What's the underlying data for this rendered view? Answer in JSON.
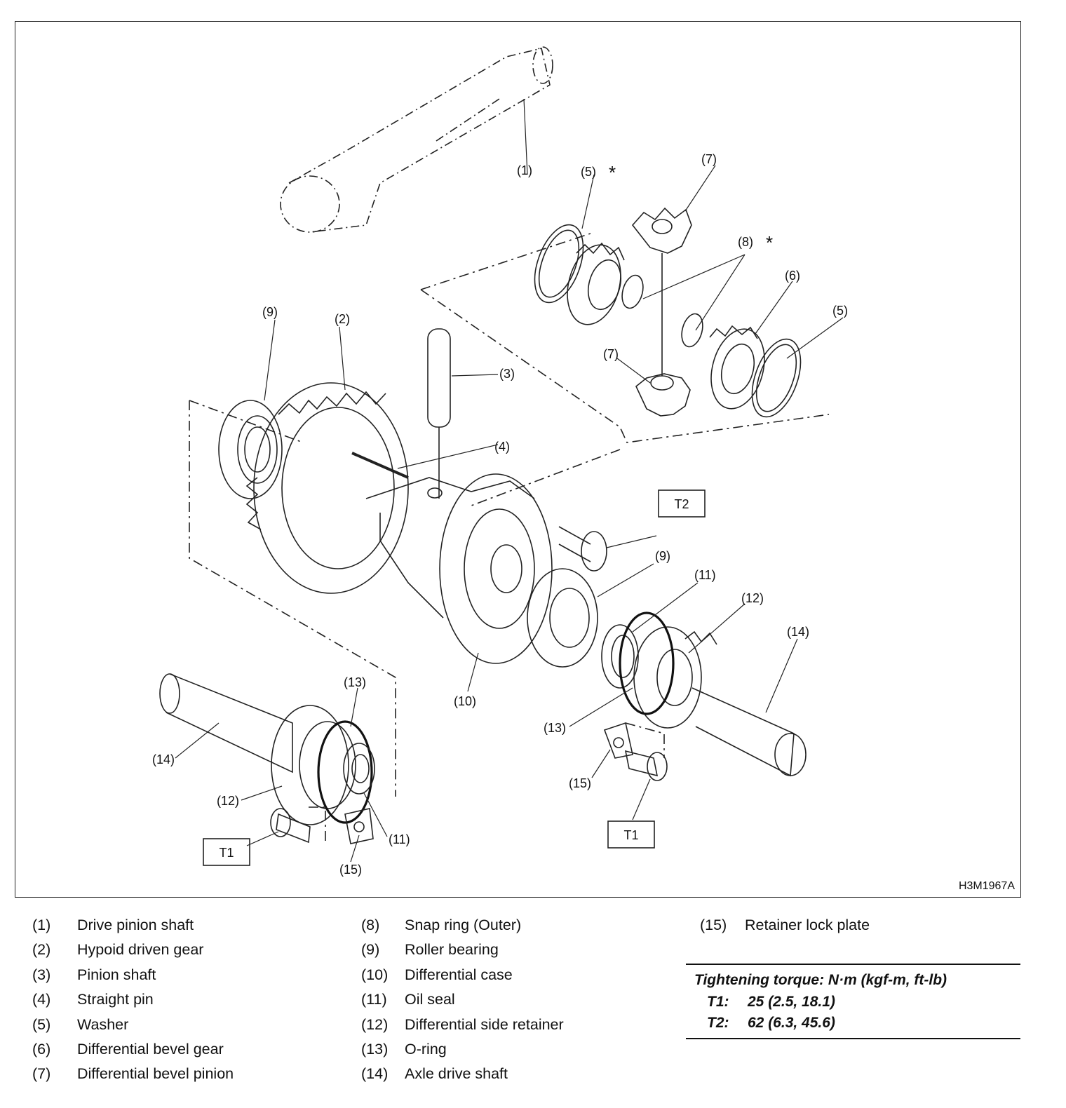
{
  "figure": {
    "code": "H3M1967A",
    "callouts": [
      "(1)",
      "(2)",
      "(3)",
      "(4)",
      "(5)",
      "(5)",
      "(6)",
      "(7)",
      "(7)",
      "(8)",
      "(9)",
      "(9)",
      "(10)",
      "(11)",
      "(11)",
      "(12)",
      "(12)",
      "(13)",
      "(13)",
      "(14)",
      "(14)",
      "(15)",
      "(15)"
    ],
    "asterisk": "*",
    "torque_boxes": [
      "T1",
      "T1",
      "T2"
    ]
  },
  "legend": [
    {
      "num": "(1)",
      "label": "Drive pinion shaft"
    },
    {
      "num": "(2)",
      "label": "Hypoid driven gear"
    },
    {
      "num": "(3)",
      "label": "Pinion shaft"
    },
    {
      "num": "(4)",
      "label": "Straight pin"
    },
    {
      "num": "(5)",
      "label": "Washer"
    },
    {
      "num": "(6)",
      "label": "Differential bevel gear"
    },
    {
      "num": "(7)",
      "label": "Differential bevel pinion"
    },
    {
      "num": "(8)",
      "label": "Snap ring (Outer)"
    },
    {
      "num": "(9)",
      "label": "Roller bearing"
    },
    {
      "num": "(10)",
      "label": "Differential case"
    },
    {
      "num": "(11)",
      "label": "Oil seal"
    },
    {
      "num": "(12)",
      "label": "Differential side retainer"
    },
    {
      "num": "(13)",
      "label": "O-ring"
    },
    {
      "num": "(14)",
      "label": "Axle drive shaft"
    },
    {
      "num": "(15)",
      "label": "Retainer lock plate"
    }
  ],
  "torque": {
    "title": "Tightening torque: N·m (kgf-m, ft-lb)",
    "items": [
      {
        "key": "T1:",
        "value": "25 (2.5, 18.1)"
      },
      {
        "key": "T2:",
        "value": "62 (6.3, 45.6)"
      }
    ]
  }
}
